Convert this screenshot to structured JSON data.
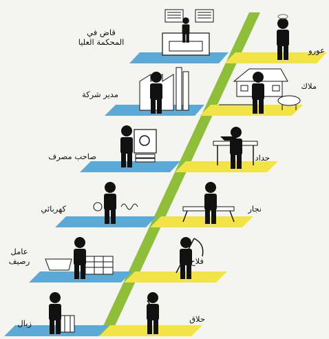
{
  "colors": {
    "background": "#f4f4f1",
    "left_platform": "#5aa9d6",
    "right_platform": "#f2e447",
    "ramp": "#8fbf3a",
    "figure": "#111111",
    "halo": "#8a8a8a"
  },
  "left_side": [
    {
      "label": "قاض في المحكمة العليا",
      "icon": "courthouse-with-flags-icon"
    },
    {
      "label": "مدير شركة",
      "icon": "factory-icon"
    },
    {
      "label": "صاحب مصرف",
      "icon": "bank-safe-icon"
    },
    {
      "label": "كهربائي",
      "icon": "lightbulb-coil-icon"
    },
    {
      "label": "عامل رصيف",
      "icon": "ship-crates-icon"
    },
    {
      "label": "زبال",
      "icon": "trash-can-icon"
    }
  ],
  "right_side": [
    {
      "label": "عورو",
      "icon": "halo-icon"
    },
    {
      "label": "ملاك",
      "icon": "farmhouse-cow-icon"
    },
    {
      "label": "حداد",
      "icon": "anvil-icon"
    },
    {
      "label": "نجار",
      "icon": "sawhorse-icon"
    },
    {
      "label": "فلاح",
      "icon": "scythe-icon"
    },
    {
      "label": "حلاق",
      "icon": "razor-icon"
    }
  ]
}
